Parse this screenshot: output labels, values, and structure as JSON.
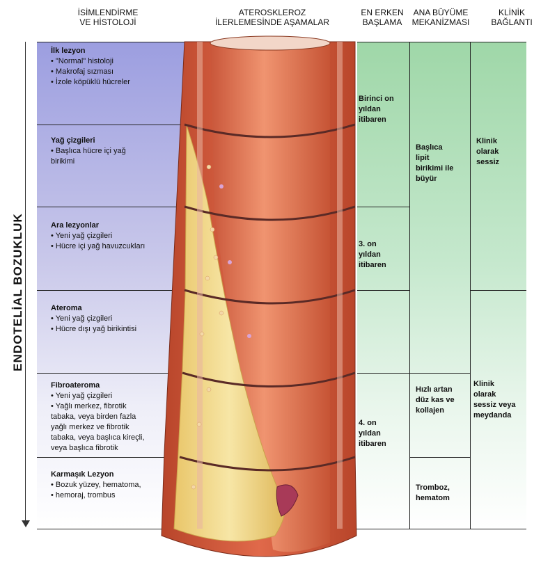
{
  "headers": {
    "naming": "İSİMLENDİRME\nVE HİSTOLOJİ",
    "stages": "ATEROSKLEROZ\nİLERLEMESİNDE AŞAMALAR",
    "onset": "EN ERKEN\nBAŞLAMA",
    "mechanism": "ANA BÜYÜME\nMEKANİZMASI",
    "clinical": "KLİNİK\nBAĞLANTI"
  },
  "side_label": "ENDOTELİAL BOZUKLUK",
  "stages": [
    {
      "title": "İlk lezyon",
      "items": [
        "• \"Normal\" histoloji",
        "• Makrofaj sızması",
        "• İzole köpüklü hücreler"
      ]
    },
    {
      "title": "Yağ çizgileri",
      "items": [
        "• Başlıca hücre içi yağ",
        "birikimi"
      ]
    },
    {
      "title": "Ara lezyonlar",
      "items": [
        "• Yeni yağ çizgileri",
        "• Hücre içi yağ havuzcukları"
      ]
    },
    {
      "title": "Ateroma",
      "items": [
        "• Yeni yağ çizgileri",
        "• Hücre dışı yağ birikintisi"
      ]
    },
    {
      "title": "Fibroateroma",
      "items": [
        "• Yeni yağ çizgileri",
        "• Yağlı merkez, fibrotik",
        "tabaka, veya birden fazla",
        "yağlı merkez ve fibrotik",
        "tabaka, veya  başlıca kireçli,",
        "veya başlıca fibrotik"
      ]
    },
    {
      "title": "Karmaşık Lezyon",
      "items": [
        "• Bozuk yüzey, hematoma,",
        "• hemoraj, trombus"
      ]
    }
  ],
  "onset": {
    "first": "Birinci on\nyıldan\nitibaren",
    "third": "3. on\nyıldan\nitibaren",
    "fourth": "4. on\nyıldan\nitibaren"
  },
  "mechanism": {
    "lipid": "Başlıca\nlipit\nbirikimi ile\nbüyür",
    "smooth": "Hızlı artan\ndüz kas ve\nkollajen",
    "thrombus": "Tromboz,\nhematom"
  },
  "clinical": {
    "silent": "Klinik\nolarak\nsessiz",
    "silent_or_overt": "Klinik\nolarak\nsessiz veya\nmeydanda"
  },
  "colors": {
    "band_left_top": "#9c9ee0",
    "band_right_top": "#9fd7a8",
    "artery_wall": "#d9603c",
    "artery_lumen": "#e88862",
    "plaque": "#f1db8a"
  }
}
